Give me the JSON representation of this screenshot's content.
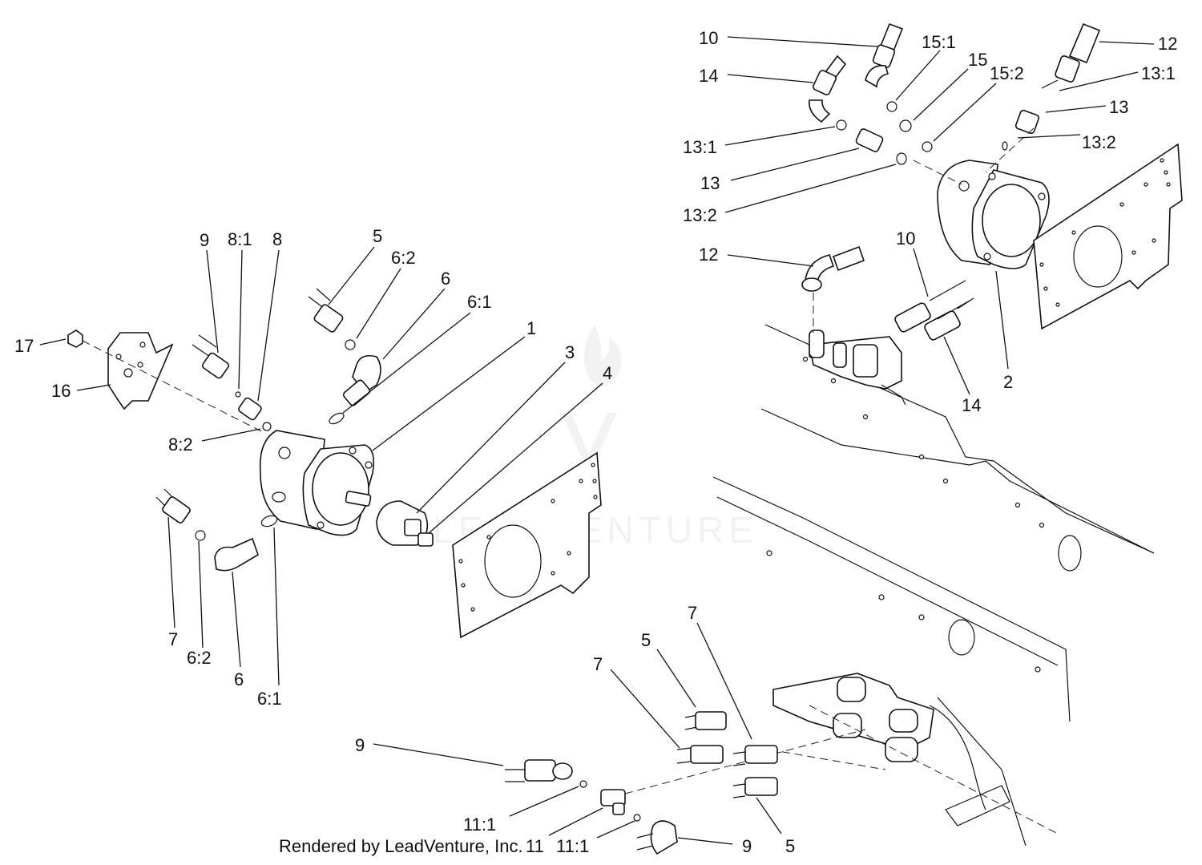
{
  "labels": [
    {
      "id": "l10a",
      "text": "10"
    },
    {
      "id": "l14a",
      "text": "14"
    },
    {
      "id": "l15_1",
      "text": "15:1"
    },
    {
      "id": "l15",
      "text": "15"
    },
    {
      "id": "l15_2",
      "text": "15:2"
    },
    {
      "id": "l12a",
      "text": "12"
    },
    {
      "id": "l13_1a",
      "text": "13:1"
    },
    {
      "id": "l13a",
      "text": "13"
    },
    {
      "id": "l13_2a",
      "text": "13:2"
    },
    {
      "id": "l13_1b",
      "text": "13:1"
    },
    {
      "id": "l13b",
      "text": "13"
    },
    {
      "id": "l13_2b",
      "text": "13:2"
    },
    {
      "id": "l12b",
      "text": "12"
    },
    {
      "id": "l10b",
      "text": "10"
    },
    {
      "id": "l14b",
      "text": "14"
    },
    {
      "id": "l2",
      "text": "2"
    },
    {
      "id": "l9a",
      "text": "9"
    },
    {
      "id": "l8_1",
      "text": "8:1"
    },
    {
      "id": "l8",
      "text": "8"
    },
    {
      "id": "l5a",
      "text": "5"
    },
    {
      "id": "l6_2a",
      "text": "6:2"
    },
    {
      "id": "l6a",
      "text": "6"
    },
    {
      "id": "l6_1a",
      "text": "6:1"
    },
    {
      "id": "l1",
      "text": "1"
    },
    {
      "id": "l3",
      "text": "3"
    },
    {
      "id": "l4",
      "text": "4"
    },
    {
      "id": "l17",
      "text": "17"
    },
    {
      "id": "l16",
      "text": "16"
    },
    {
      "id": "l8_2",
      "text": "8:2"
    },
    {
      "id": "l7a",
      "text": "7"
    },
    {
      "id": "l6_2b",
      "text": "6:2"
    },
    {
      "id": "l6b",
      "text": "6"
    },
    {
      "id": "l6_1b",
      "text": "6:1"
    },
    {
      "id": "l5b",
      "text": "5"
    },
    {
      "id": "l7b",
      "text": "7"
    },
    {
      "id": "l7c",
      "text": "7"
    },
    {
      "id": "l9b",
      "text": "9"
    },
    {
      "id": "l11_1a",
      "text": "11:1"
    },
    {
      "id": "l11",
      "text": "11"
    },
    {
      "id": "l11_1b",
      "text": "11:1"
    },
    {
      "id": "l9c",
      "text": "9"
    },
    {
      "id": "l5c",
      "text": "5"
    }
  ],
  "credit": "Rendered by LeadVenture, Inc.",
  "watermark": {
    "text": "LEADVENTURE",
    "color": "#e6e6e6"
  },
  "colors": {
    "line": "#111111",
    "background": "#ffffff"
  }
}
